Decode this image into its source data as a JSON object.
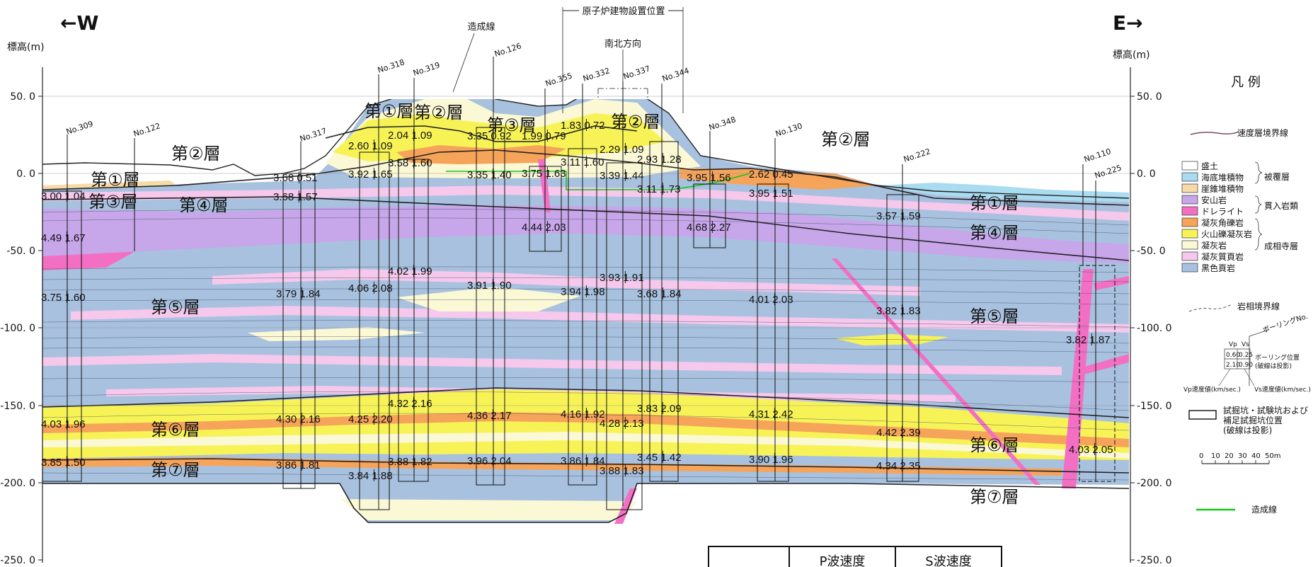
{
  "direction": {
    "west": "←W",
    "east": "E→"
  },
  "axis": {
    "left_title": "標高(m)",
    "right_title": "標高(m)",
    "ticks": [
      "50. 0",
      "0. 0",
      "-50. 0",
      "-100. 0",
      "-150. 0",
      "-200. 0",
      "-250. 0"
    ]
  },
  "annotations": {
    "reactor_building": "原子炉建物設置位置",
    "north_south": "南北方向",
    "zoseisen": "造成線"
  },
  "boreholes": [
    "No.309",
    "No.122",
    "No.317",
    "No.318",
    "No.319",
    "No.126",
    "No.355",
    "No.332",
    "No.337",
    "No.344",
    "No.348",
    "No.130",
    "No.222",
    "No.110",
    "No.225"
  ],
  "layer_labels": [
    "第①層",
    "第②層",
    "第①層",
    "第②層",
    "第③層",
    "第②層",
    "第④層",
    "第③層",
    "第②層",
    "第①層",
    "第④層",
    "第⑤層",
    "第⑤層",
    "第⑥層",
    "第⑥層",
    "第⑦層",
    "第⑦層"
  ],
  "velocity_pairs": [
    "3.00|1.04",
    "4.49|1.67",
    "3.75|1.60",
    "4.03|1.96",
    "3.85|1.50",
    "3.68|0.51",
    "3.68|1.57",
    "3.79|1.84",
    "4.30|2.16",
    "3.86|1.81",
    "2.60|1.09",
    "3.92|1.65",
    "4.06|2.08",
    "4.25|2.20",
    "3.84|1.88",
    "2.04|1.09",
    "3.58|1.60",
    "4.02|1.99",
    "4.32|2.16",
    "3.88|1.82",
    "3.35|0.92",
    "3.35|1.40",
    "3.91|1.90",
    "4.36|2.17",
    "3.96|2.04",
    "1.99|0.79",
    "3.75|1.63",
    "4.44|2.03",
    "1.83|0.72",
    "3.11|1.60",
    "3.94|1.98",
    "4.16|1.92",
    "3.86|1.84",
    "2.29|1.09",
    "3.39|1.44",
    "3.93|1.91",
    "4.28|2.13",
    "3.88|1.83",
    "2.93|1.28",
    "3.11|1.73",
    "3.68|1.84",
    "3.83|2.09",
    "3.45|1.42",
    "3.95|1.56",
    "4.68|2.27",
    "2.62|0.45",
    "3.95|1.51",
    "4.01|2.03",
    "4.31|2.42",
    "3.90|1.96",
    "3.57|1.59",
    "3.82|1.83",
    "4.42|2.39",
    "4.34|2.35",
    "3.82|1.87",
    "4.03|2.05"
  ],
  "legend": {
    "title": "凡 例",
    "velocity_boundary": "速度層境界線",
    "items": [
      {
        "label": "盛土",
        "color": "#ffffff"
      },
      {
        "label": "海底堆積物",
        "color": "#a9dcf0"
      },
      {
        "label": "崖錐堆積物",
        "color": "#f6dba8"
      },
      {
        "label": "安山岩",
        "color": "#c7a6e9"
      },
      {
        "label": "ドレライト",
        "color": "#f36fc4"
      },
      {
        "label": "凝灰角礫岩",
        "color": "#f6a45a"
      },
      {
        "label": "火山礫凝灰岩",
        "color": "#f7f357"
      },
      {
        "label": "凝灰岩",
        "color": "#fbf8d6"
      },
      {
        "label": "凝灰質頁岩",
        "color": "#f5c8ec"
      },
      {
        "label": "黒色頁岩",
        "color": "#a8c1df"
      }
    ],
    "groups": [
      "被覆層",
      "貫入岩類",
      "成相寺層"
    ],
    "lithology_boundary": "岩相境界線",
    "boring_no": "ボーリングNo.",
    "key_vp": "Vp",
    "key_vs": "Vs",
    "key_cells": [
      "0.60",
      "0.25",
      "2.10",
      "0.90"
    ],
    "boring_position": "ボーリング位置",
    "projection_note": "(破線は投影)",
    "vp_note": "Vp速度値(km/sec.)",
    "vs_note": "Vs速度値(km/sec.)",
    "pit_text": [
      "試掘坑・試験坑および",
      "補足試掘坑位置",
      "(破線は投影)"
    ],
    "scale_ticks": [
      "0",
      "10",
      "20",
      "30",
      "40",
      "50m"
    ],
    "zoseisen": "造成線"
  },
  "table_header": {
    "col1": "",
    "col2": "P波速度",
    "col3": "S波速度"
  },
  "colors": {
    "background_shale": "#a8c1df",
    "andesite": "#c7a6e9",
    "dolerite": "#f36fc4",
    "breccia": "#f6a45a",
    "lapilli": "#f7f357",
    "tuff": "#fbf8d6",
    "tuffaceous_shale": "#f5c8ec",
    "zoseisen_line": "#16c616"
  }
}
